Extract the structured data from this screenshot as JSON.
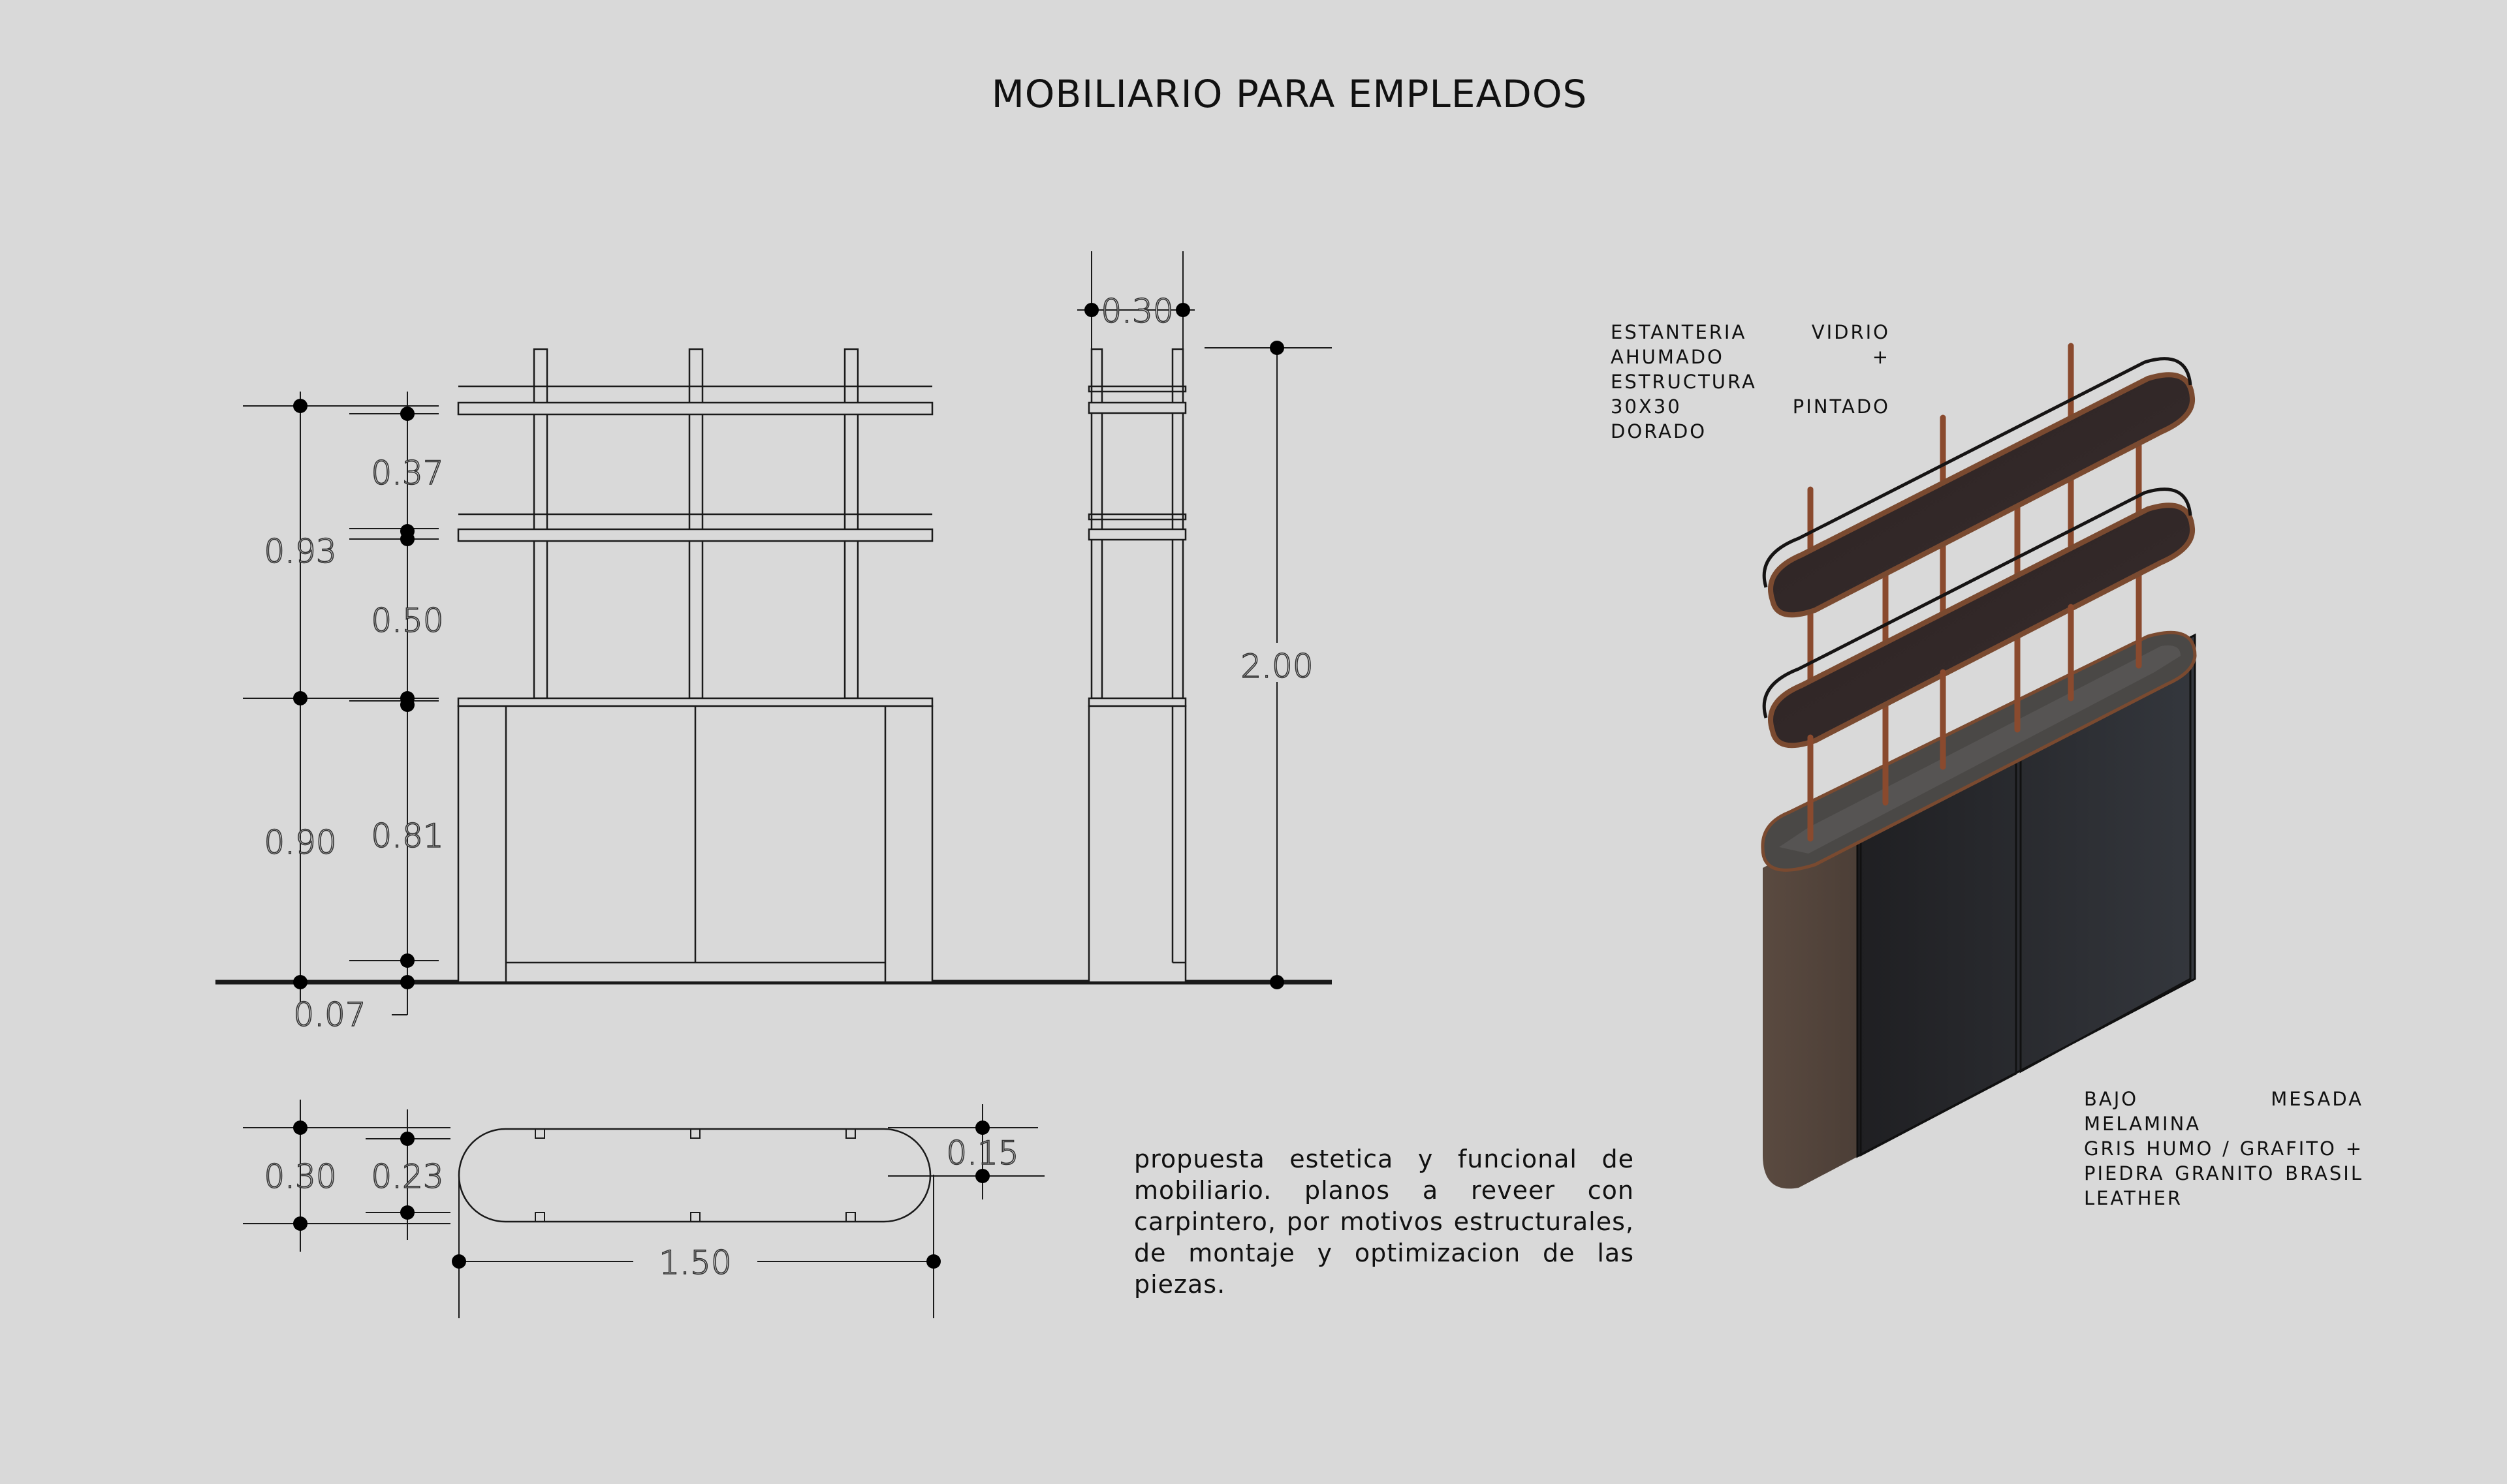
{
  "title": "MOBILIARIO PARA EMPLEADOS",
  "labels": {
    "estanteria": [
      "ESTANTERIA VIDRIO",
      "AHUMADO + ESTRUCTURA",
      "30X30 PINTADO DORADO"
    ],
    "bajo_mesada": [
      "BAJO MESADA MELAMINA",
      "GRIS HUMO / GRAFITO +",
      "PIEDRA GRANITO BRASIL",
      "LEATHER"
    ]
  },
  "description": [
    "propuesta estetica y funcional de",
    "mobiliario. planos a reveer con",
    "carpintero, por motivos estructurales,",
    "de montaje y optimizacion de las",
    "piezas."
  ],
  "dimensions": {
    "front_total_upper": "0.93",
    "front_shelf_gap_top": "0.37",
    "front_shelf_gap_mid": "0.50",
    "front_total_lower": "0.90",
    "front_cabinet": "0.81",
    "front_plinth": "0.07",
    "side_depth": "0.30",
    "side_total_height": "2.00",
    "plan_depth": "0.30",
    "plan_inner_depth": "0.23",
    "plan_radius": "0.15",
    "plan_length": "1.50"
  },
  "colors": {
    "background": "#d9d9d9",
    "line": "#1a1a1a",
    "copper": "#8a4a2e",
    "smoked_glass": "#2a2222",
    "cabinet": "#2c2e33"
  }
}
